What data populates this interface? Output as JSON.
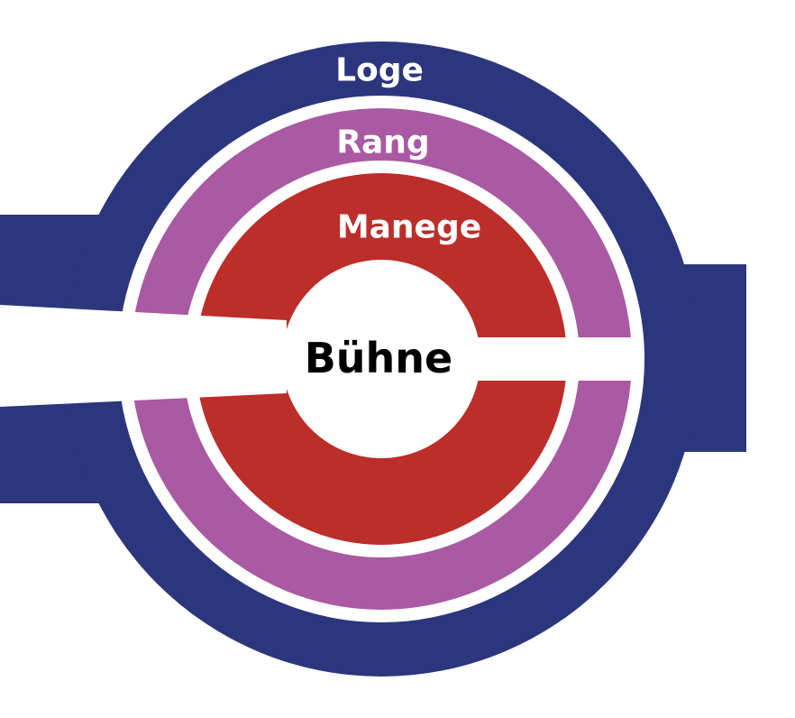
{
  "zones": {
    "outer": {
      "label": "Loge",
      "color": "#2c367c"
    },
    "middle": {
      "label": "Rang",
      "color": "#a95aa2"
    },
    "inner": {
      "label": "Manege",
      "color": "#bb2e2a"
    },
    "center": {
      "label": "Bühne",
      "color": "#ffffff"
    }
  },
  "colors": {
    "background": "#ffffff",
    "label_light": "#ffffff",
    "label_dark": "#000000"
  }
}
